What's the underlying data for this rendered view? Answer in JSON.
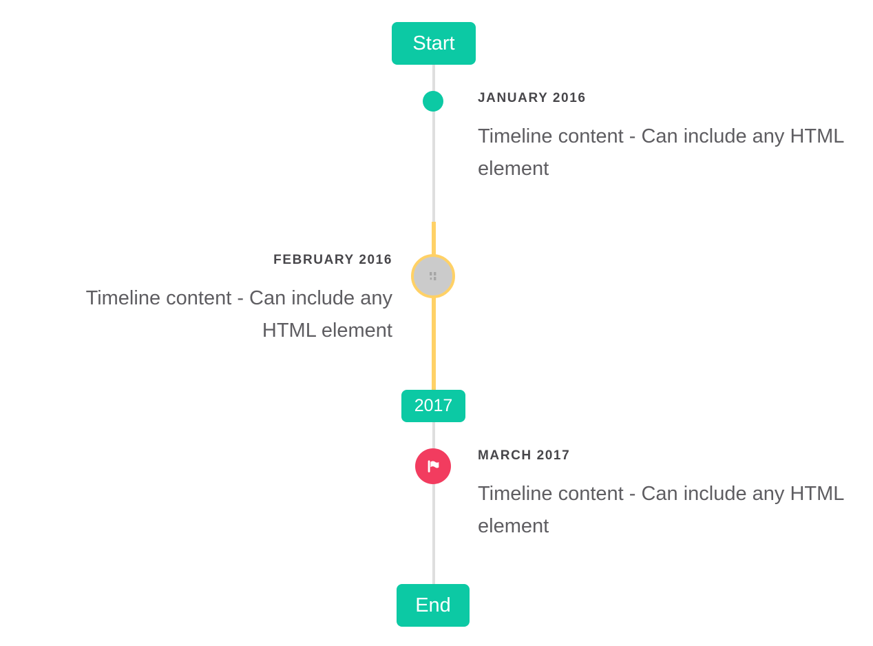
{
  "timeline": {
    "start_label": "Start",
    "end_label": "End",
    "year_badge_label": "2017",
    "items": [
      {
        "title": "JANUARY 2016",
        "content": "Timeline content - Can include any HTML element",
        "side": "right",
        "marker": "teal-dot"
      },
      {
        "title": "FEBRUARY 2016",
        "content": "Timeline content - Can include any HTML element",
        "side": "left",
        "marker": "gray-disc-with-yellow-ring",
        "selected": true
      },
      {
        "title": "MARCH 2017",
        "content": "Timeline content - Can include any HTML element",
        "side": "right",
        "marker": "red-flag-circle"
      }
    ],
    "colors": {
      "accent_teal": "#0cc9a4",
      "highlight_yellow": "#ffd166",
      "flag_red": "#f23c5f",
      "line_gray": "#dedede",
      "disc_gray": "#cbcbcb",
      "title_text": "#47464a",
      "content_text": "#5e5d61"
    }
  }
}
